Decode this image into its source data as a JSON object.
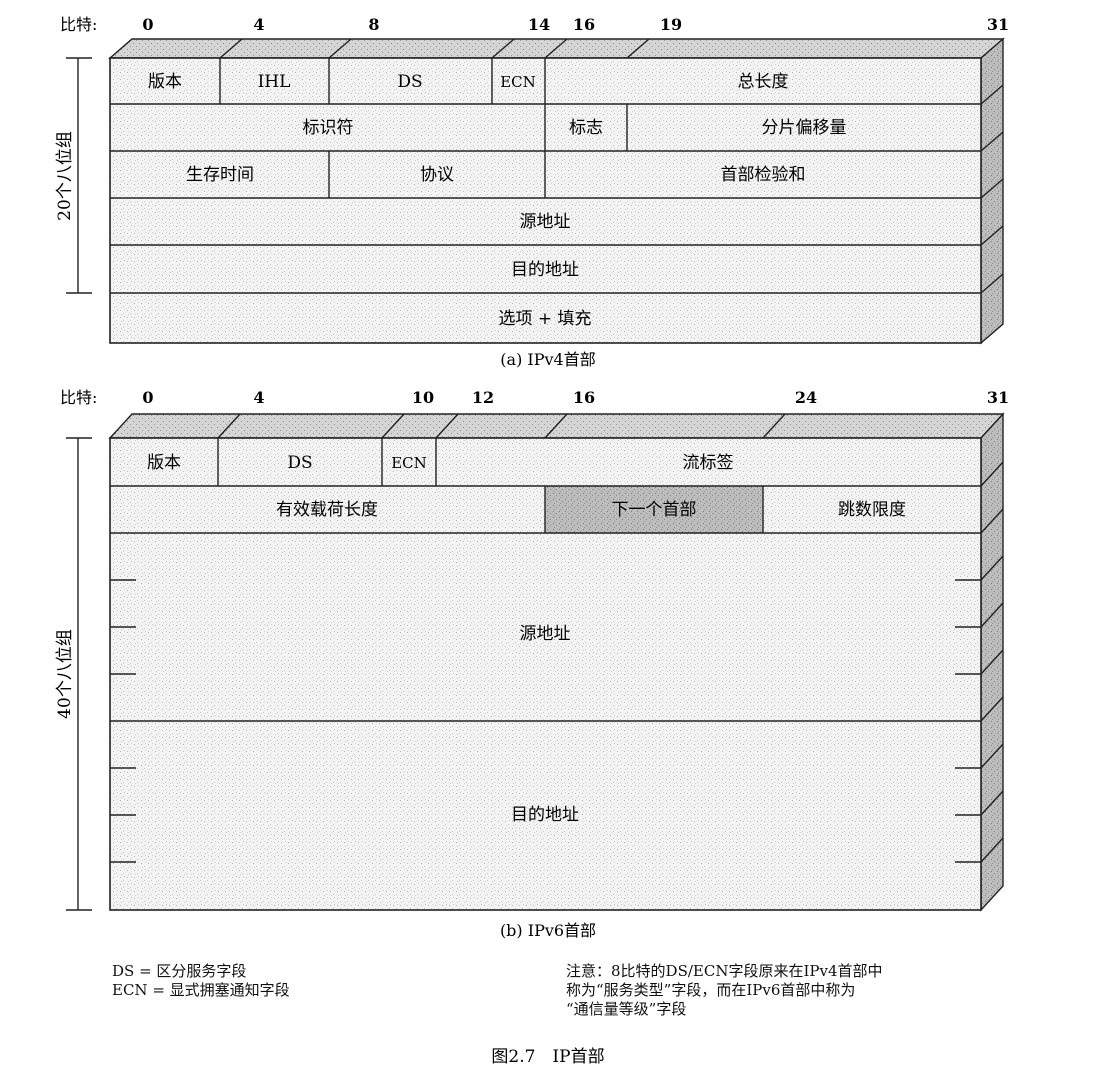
{
  "bit_label": "比特:",
  "ipv4": {
    "caption": "(a) IPv4首部",
    "size_label": "20个八位组",
    "bit_ticks": [
      "0",
      "4",
      "8",
      "14",
      "16",
      "19",
      "31"
    ],
    "rows": [
      [
        {
          "label": "版本"
        },
        {
          "label": "IHL"
        },
        {
          "label": "DS"
        },
        {
          "label": "ECN"
        },
        {
          "label": "总长度"
        }
      ],
      [
        {
          "label": "标识符"
        },
        {
          "label": "标志"
        },
        {
          "label": "分片偏移量"
        }
      ],
      [
        {
          "label": "生存时间"
        },
        {
          "label": "协议"
        },
        {
          "label": "首部检验和"
        }
      ],
      [
        {
          "label": "源地址"
        }
      ],
      [
        {
          "label": "目的地址"
        }
      ],
      [
        {
          "label": "选项 + 填充"
        }
      ]
    ]
  },
  "ipv6": {
    "caption": "(b) IPv6首部",
    "size_label": "40个八位组",
    "bit_ticks": [
      "0",
      "4",
      "10",
      "12",
      "16",
      "24",
      "31"
    ],
    "rows": [
      [
        {
          "label": "版本"
        },
        {
          "label": "DS"
        },
        {
          "label": "ECN"
        },
        {
          "label": "流标签"
        }
      ],
      [
        {
          "label": "有效载荷长度"
        },
        {
          "label": "下一个首部"
        },
        {
          "label": "跳数限度"
        }
      ]
    ],
    "source_label": "源地址",
    "dest_label": "目的地址"
  },
  "legend": {
    "ds": "DS = 区分服务字段",
    "ecn": "ECN = 显式拥塞通知字段"
  },
  "note_lines": [
    "注意：8比特的DS/ECN字段原来在IPv4首部中",
    "称为“服务类型”字段，而在IPv6首部中称为",
    "“通信量等级”字段"
  ],
  "figure_caption": "图2.7　IP首部"
}
